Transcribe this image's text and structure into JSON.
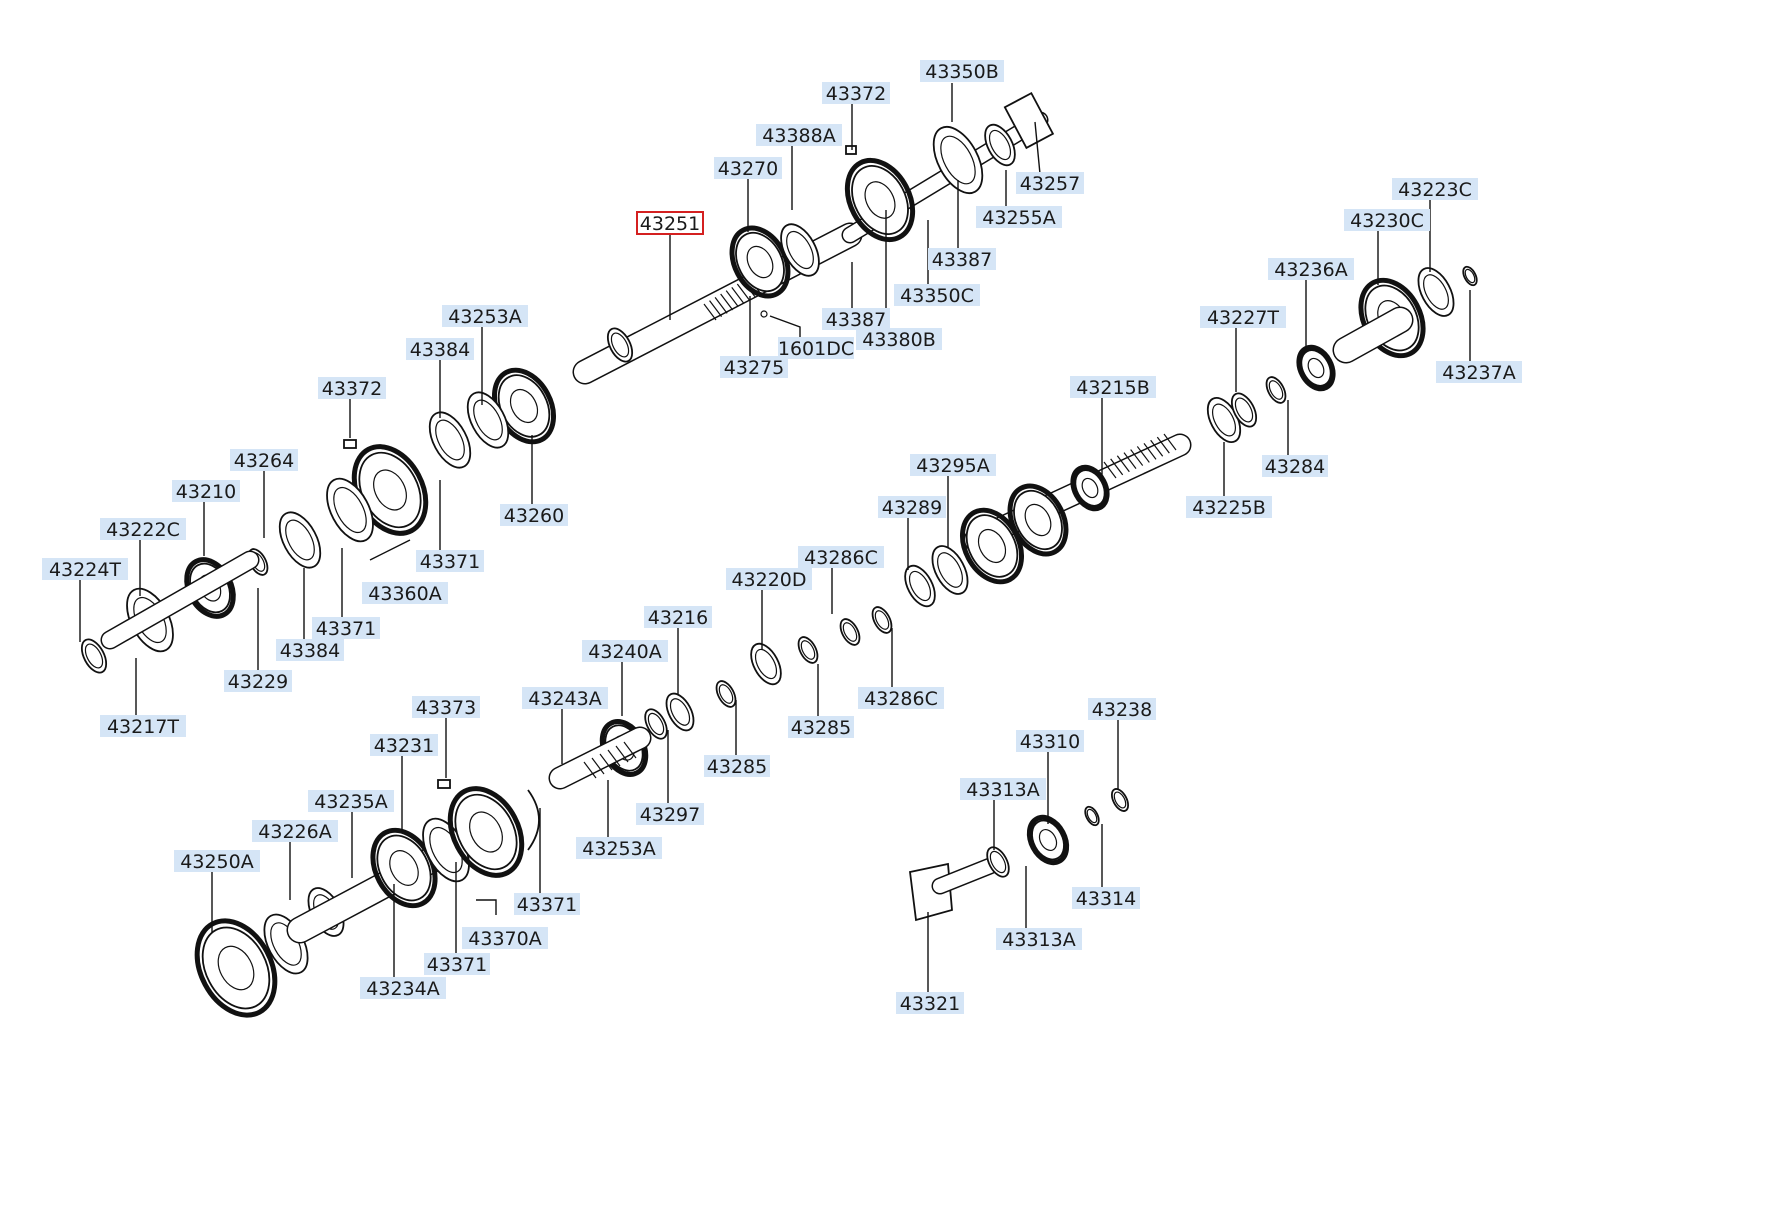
{
  "diagram": {
    "highlight_color": "#d42020",
    "label_background": "#d5e5f6",
    "labels": [
      {
        "id": "l43350B",
        "text": "43350B"
      },
      {
        "id": "l43372a",
        "text": "43372"
      },
      {
        "id": "l43388A",
        "text": "43388A"
      },
      {
        "id": "l43270",
        "text": "43270"
      },
      {
        "id": "l43251",
        "text": "43251"
      },
      {
        "id": "l43257",
        "text": "43257"
      },
      {
        "id": "l43255A",
        "text": "43255A"
      },
      {
        "id": "l43387a",
        "text": "43387"
      },
      {
        "id": "l43350C",
        "text": "43350C"
      },
      {
        "id": "l43387b",
        "text": "43387"
      },
      {
        "id": "l43380B",
        "text": "43380B"
      },
      {
        "id": "l1601DC",
        "text": "1601DC"
      },
      {
        "id": "l43275",
        "text": "43275"
      },
      {
        "id": "l43223C",
        "text": "43223C"
      },
      {
        "id": "l43230C",
        "text": "43230C"
      },
      {
        "id": "l43236A",
        "text": "43236A"
      },
      {
        "id": "l43227T",
        "text": "43227T"
      },
      {
        "id": "l43237A",
        "text": "43237A"
      },
      {
        "id": "l43284",
        "text": "43284"
      },
      {
        "id": "l43225B",
        "text": "43225B"
      },
      {
        "id": "l43215B",
        "text": "43215B"
      },
      {
        "id": "l43253Aa",
        "text": "43253A"
      },
      {
        "id": "l43384a",
        "text": "43384"
      },
      {
        "id": "l43372b",
        "text": "43372"
      },
      {
        "id": "l43264",
        "text": "43264"
      },
      {
        "id": "l43210",
        "text": "43210"
      },
      {
        "id": "l43260",
        "text": "43260"
      },
      {
        "id": "l43222C",
        "text": "43222C"
      },
      {
        "id": "l43224T",
        "text": "43224T"
      },
      {
        "id": "l43371a",
        "text": "43371"
      },
      {
        "id": "l43360A",
        "text": "43360A"
      },
      {
        "id": "l43371b",
        "text": "43371"
      },
      {
        "id": "l43384b",
        "text": "43384"
      },
      {
        "id": "l43229",
        "text": "43229"
      },
      {
        "id": "l43217T",
        "text": "43217T"
      },
      {
        "id": "l43295A",
        "text": "43295A"
      },
      {
        "id": "l43289",
        "text": "43289"
      },
      {
        "id": "l43286Ca",
        "text": "43286C"
      },
      {
        "id": "l43220D",
        "text": "43220D"
      },
      {
        "id": "l43216",
        "text": "43216"
      },
      {
        "id": "l43240A",
        "text": "43240A"
      },
      {
        "id": "l43243A",
        "text": "43243A"
      },
      {
        "id": "l43285a",
        "text": "43285"
      },
      {
        "id": "l43286Cb",
        "text": "43286C"
      },
      {
        "id": "l43285b",
        "text": "43285"
      },
      {
        "id": "l43297",
        "text": "43297"
      },
      {
        "id": "l43253Ab",
        "text": "43253A"
      },
      {
        "id": "l43373",
        "text": "43373"
      },
      {
        "id": "l43231",
        "text": "43231"
      },
      {
        "id": "l43235A",
        "text": "43235A"
      },
      {
        "id": "l43226A",
        "text": "43226A"
      },
      {
        "id": "l43250A",
        "text": "43250A"
      },
      {
        "id": "l43371c",
        "text": "43371"
      },
      {
        "id": "l43370A",
        "text": "43370A"
      },
      {
        "id": "l43371d",
        "text": "43371"
      },
      {
        "id": "l43234A",
        "text": "43234A"
      },
      {
        "id": "l43238",
        "text": "43238"
      },
      {
        "id": "l43310",
        "text": "43310"
      },
      {
        "id": "l43313Aa",
        "text": "43313A"
      },
      {
        "id": "l43314",
        "text": "43314"
      },
      {
        "id": "l43313Ab",
        "text": "43313A"
      },
      {
        "id": "l43321",
        "text": "43321"
      }
    ]
  }
}
